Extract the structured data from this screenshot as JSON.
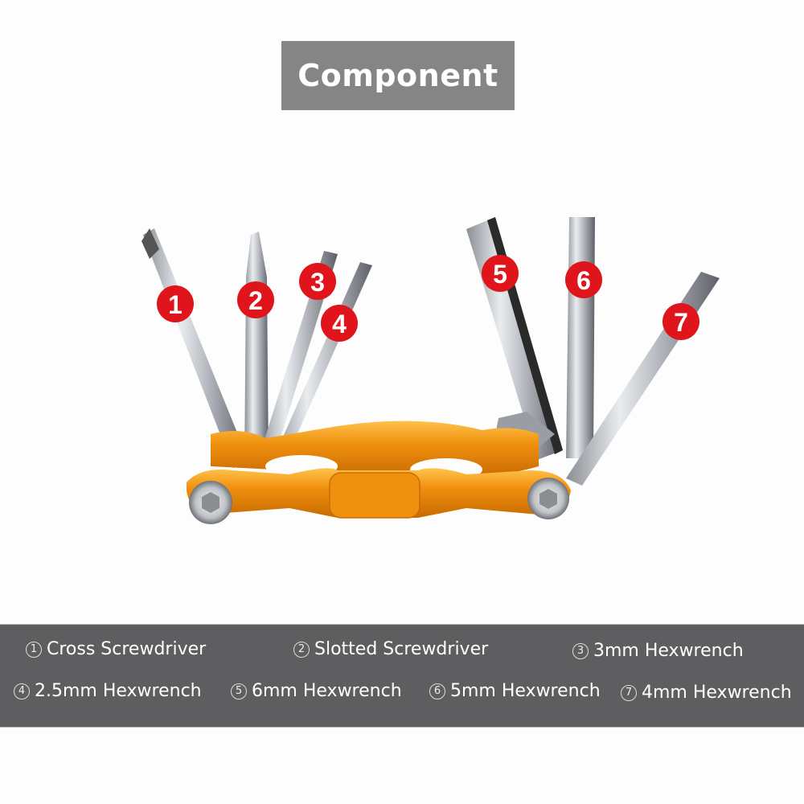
{
  "header": {
    "title": "Component"
  },
  "colors": {
    "title_bg": "#858585",
    "legend_bg": "#5e5d60",
    "body_orange": "#f0900f",
    "badge_red": "#e0141b",
    "steel": "#b8bcc2"
  },
  "product": {
    "name": "folding-multi-tool",
    "callouts": [
      {
        "number": "1"
      },
      {
        "number": "2"
      },
      {
        "number": "3"
      },
      {
        "number": "4"
      },
      {
        "number": "5"
      },
      {
        "number": "6"
      },
      {
        "number": "7"
      }
    ]
  },
  "legend": {
    "items": [
      {
        "number": "1",
        "label": "Cross Screwdriver"
      },
      {
        "number": "2",
        "label": "Slotted Screwdriver"
      },
      {
        "number": "3",
        "label": "3mm Hexwrench"
      },
      {
        "number": "4",
        "label": "2.5mm Hexwrench"
      },
      {
        "number": "5",
        "label": "6mm Hexwrench"
      },
      {
        "number": "6",
        "label": "5mm Hexwrench"
      },
      {
        "number": "7",
        "label": "4mm Hexwrench"
      }
    ]
  }
}
